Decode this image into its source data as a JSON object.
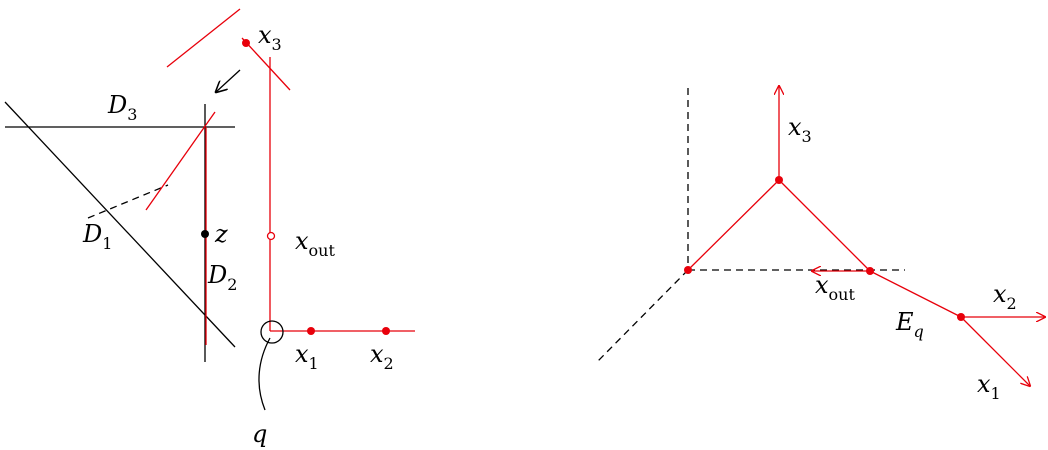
{
  "colors": {
    "red": "#e8000b",
    "black": "#000000"
  },
  "left": {
    "labels": {
      "x3_base": "x",
      "x3_sub": "3",
      "D3_base": "D",
      "D3_sub": "3",
      "D1_base": "D",
      "D1_sub": "1",
      "D2_base": "D",
      "D2_sub": "2",
      "z": "z",
      "xout_base": "x",
      "xout_sub": "out",
      "x1_base": "x",
      "x1_sub": "1",
      "x2_base": "x",
      "x2_sub": "2",
      "q": "q"
    }
  },
  "right": {
    "labels": {
      "x3_base": "x",
      "x3_sub": "3",
      "xout_base": "x",
      "xout_sub": "out",
      "x2_base": "x",
      "x2_sub": "2",
      "Eq_base": "E",
      "Eq_sub": "q",
      "x1_base": "x",
      "x1_sub": "1"
    }
  }
}
